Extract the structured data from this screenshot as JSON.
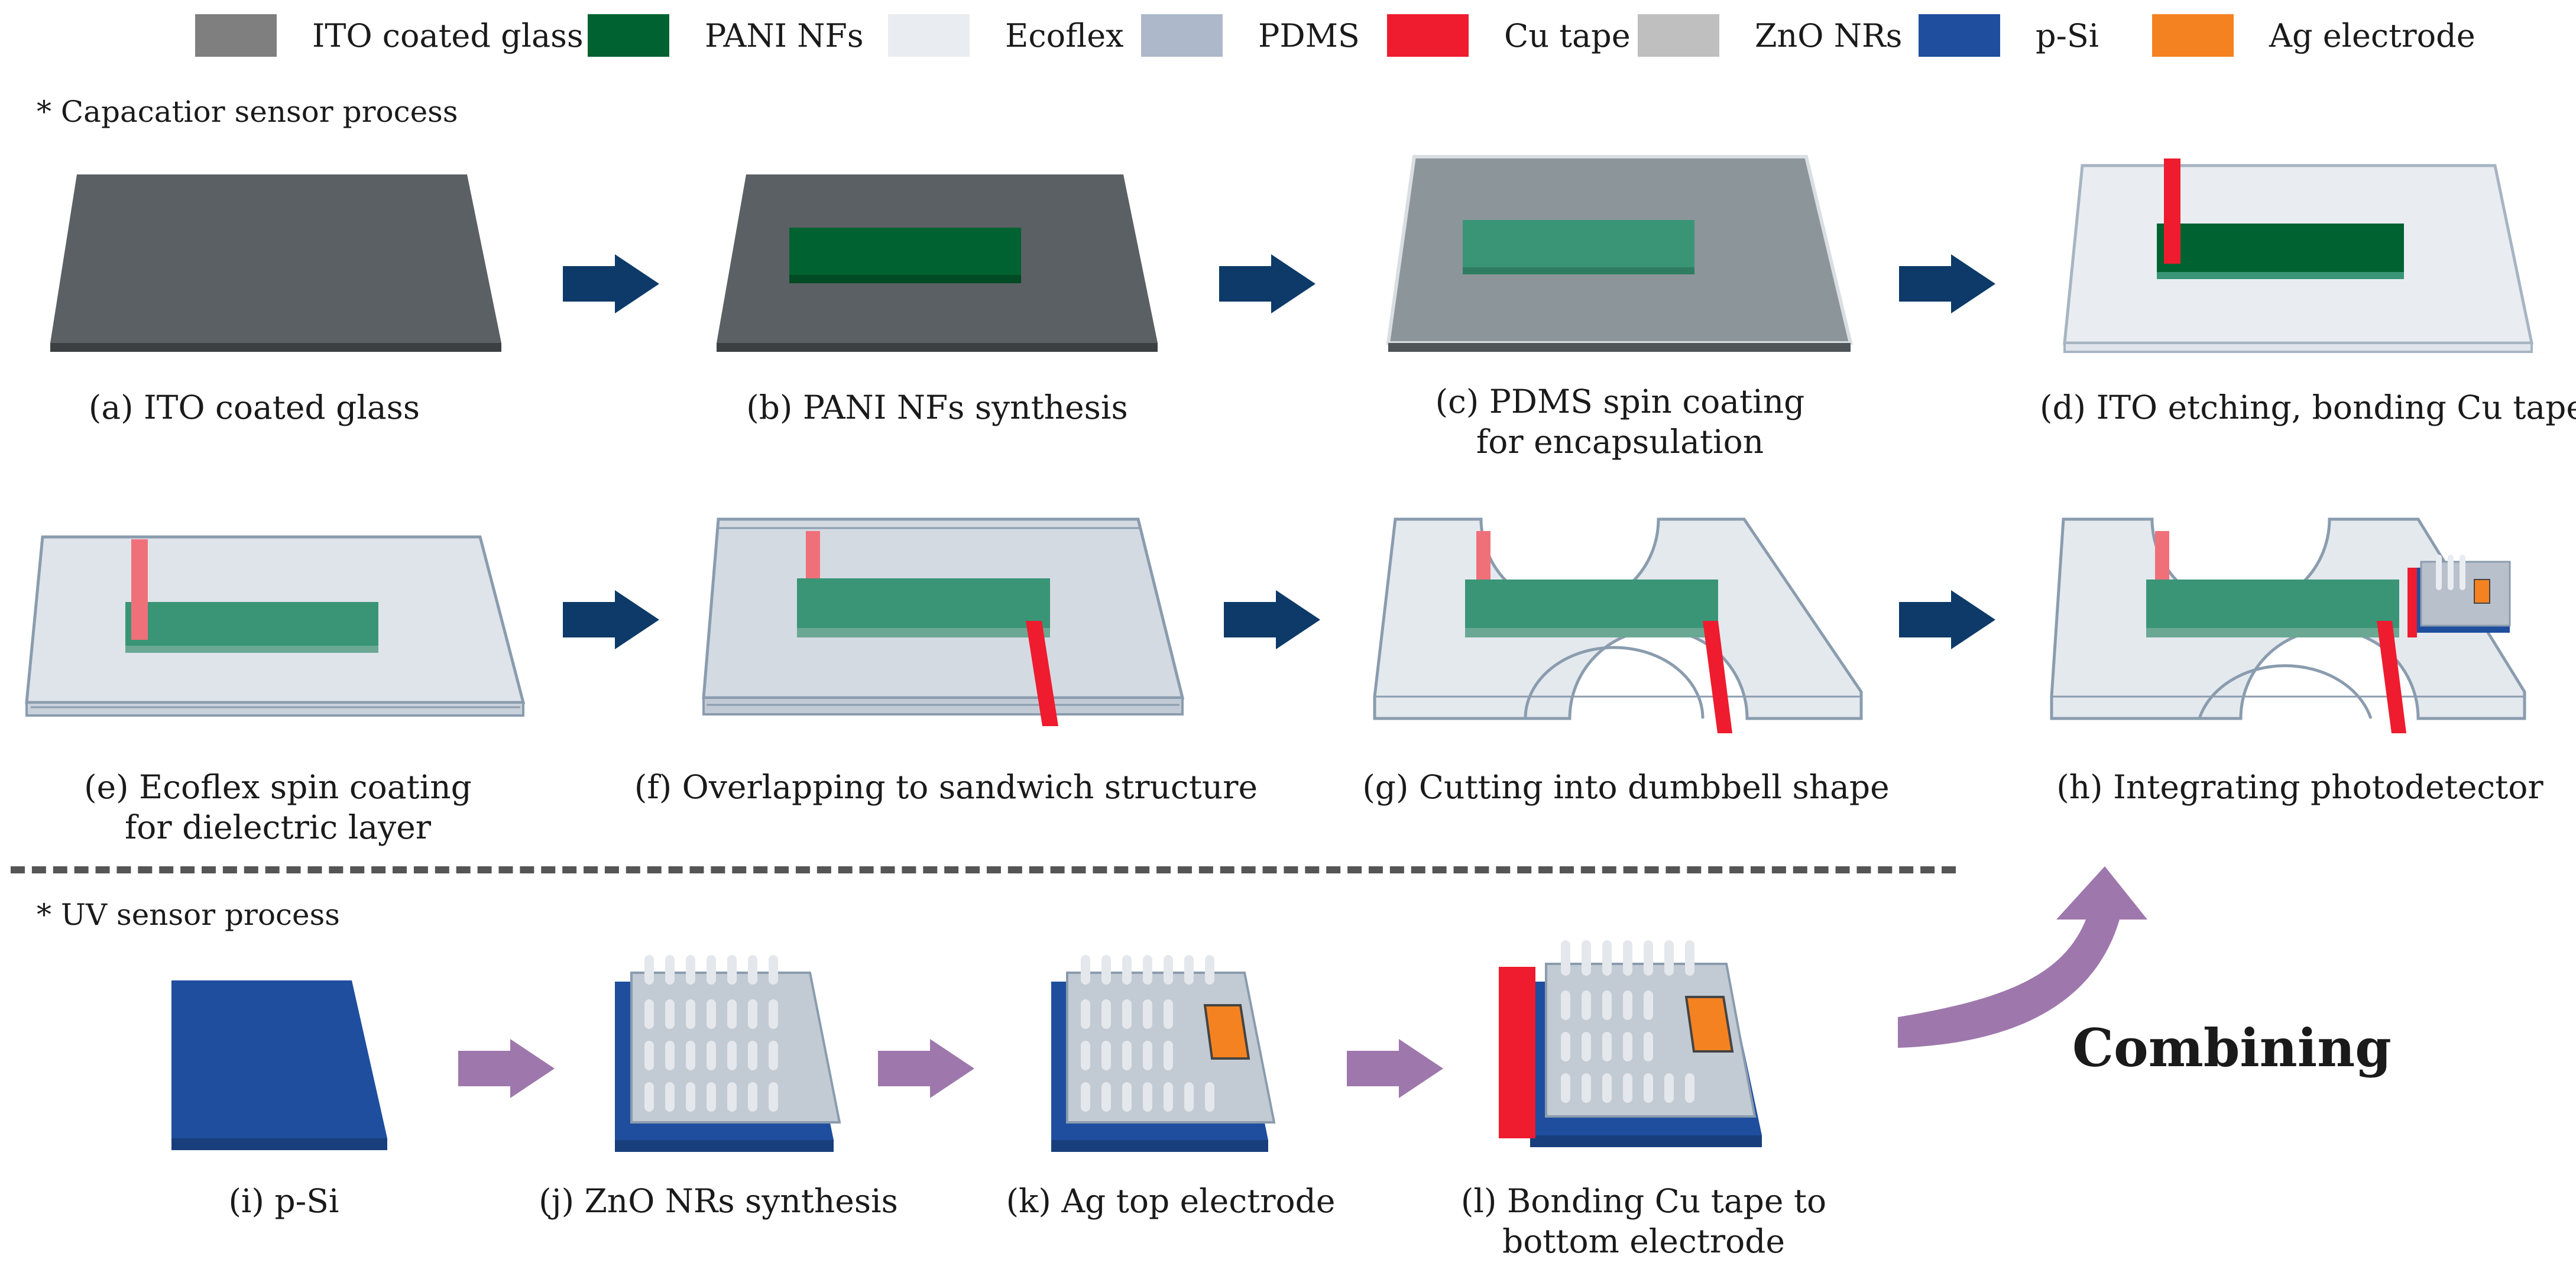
{
  "legend": [
    {
      "label": "ITO coated glass",
      "color": "#7f7f7f"
    },
    {
      "label": "PANI NFs",
      "color": "#006230"
    },
    {
      "label": "Ecoflex",
      "color": "#e9edf1"
    },
    {
      "label": "PDMS",
      "color": "#adb9ca"
    },
    {
      "label": "Cu tape",
      "color": "#ee1c2e"
    },
    {
      "label": "ZnO NRs",
      "color": "#bfbfbf"
    },
    {
      "label": "p-Si",
      "color": "#1f4e9e"
    },
    {
      "label": "Ag electrode",
      "color": "#f58220"
    }
  ],
  "sections": {
    "capacitor": "* Capacatior sensor process",
    "uv": "* UV sensor process"
  },
  "steps": [
    {
      "id": "a",
      "lines": [
        "(a) ITO coated glass"
      ]
    },
    {
      "id": "b",
      "lines": [
        "(b) PANI NFs synthesis"
      ]
    },
    {
      "id": "c",
      "lines": [
        "(c) PDMS spin coating",
        "for encapsulation"
      ]
    },
    {
      "id": "d",
      "lines": [
        "(d) ITO etching, bonding Cu tape"
      ]
    },
    {
      "id": "e",
      "lines": [
        "(e) Ecoflex spin coating",
        "for dielectric layer"
      ]
    },
    {
      "id": "f",
      "lines": [
        "(f) Overlapping to sandwich structure"
      ]
    },
    {
      "id": "g",
      "lines": [
        "(g) Cutting into dumbbell shape"
      ]
    },
    {
      "id": "h",
      "lines": [
        "(h) Integrating photodetector"
      ]
    },
    {
      "id": "i",
      "lines": [
        "(i) p-Si"
      ]
    },
    {
      "id": "j",
      "lines": [
        "(j) ZnO NRs synthesis"
      ]
    },
    {
      "id": "k",
      "lines": [
        "(k) Ag top electrode"
      ]
    },
    {
      "id": "l",
      "lines": [
        "(l) Bonding Cu tape to",
        "bottom electrode"
      ]
    }
  ],
  "combining": "Combining",
  "colors": {
    "ito": "#5b6064",
    "pani": "#006230",
    "pani_encapsulated": "#3a9577",
    "ecoflex": "#e9edf1",
    "pdms": "#adb9ca",
    "cu": "#ee1c2e",
    "zno": "#dde0e4",
    "psi": "#1f4e9e",
    "ag": "#f58220",
    "arrow_capacitor": "#0d3a68",
    "arrow_uv": "#9e78ac"
  }
}
